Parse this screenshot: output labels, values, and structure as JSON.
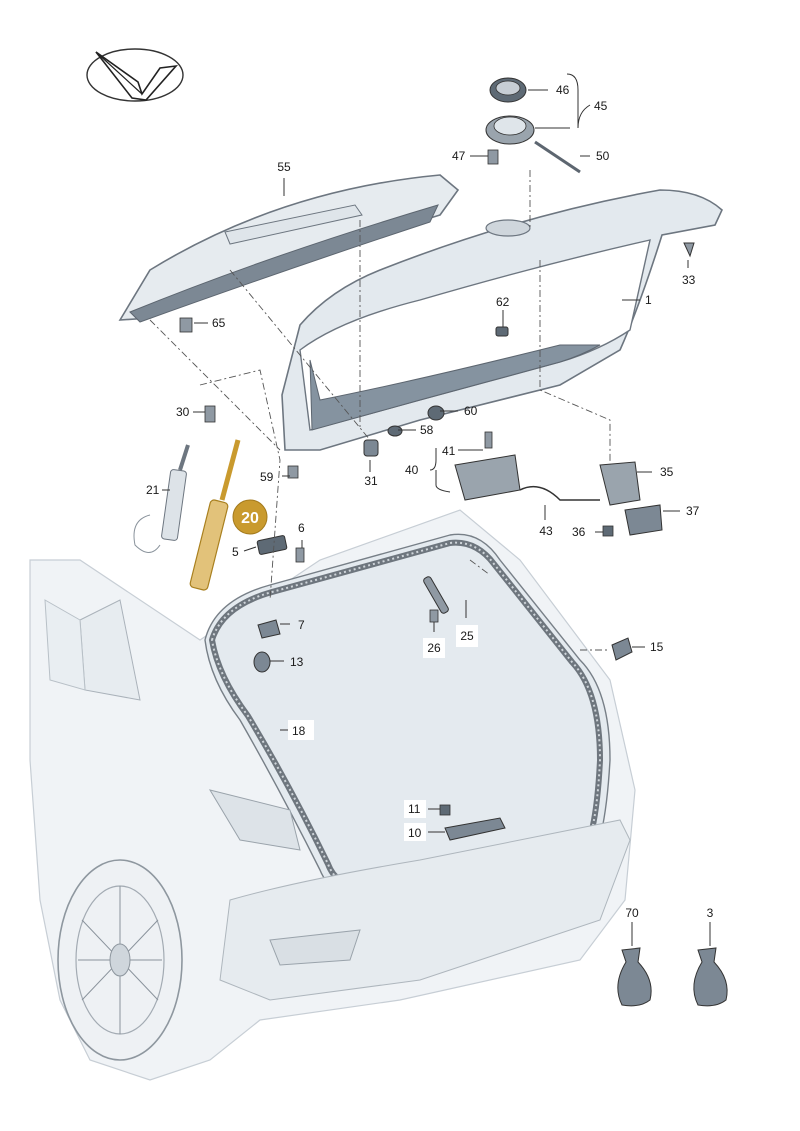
{
  "diagram": {
    "highlighted_part": "20",
    "part_numbers": [
      "1",
      "3",
      "5",
      "6",
      "7",
      "10",
      "11",
      "13",
      "15",
      "18",
      "20",
      "21",
      "25",
      "26",
      "30",
      "31",
      "33",
      "35",
      "36",
      "37",
      "40",
      "41",
      "43",
      "45",
      "46",
      "47",
      "50",
      "55",
      "58",
      "59",
      "60",
      "62",
      "65",
      "70"
    ]
  },
  "colors": {
    "highlight": "#c99a2e",
    "part_fill": "#dfe5ea",
    "part_dark": "#7f8b96",
    "body_fill": "#eef2f5",
    "line": "#6d7680"
  },
  "icons": {
    "logo": "vw-style-chevron-logo",
    "bag": "parts-bag-icon"
  }
}
